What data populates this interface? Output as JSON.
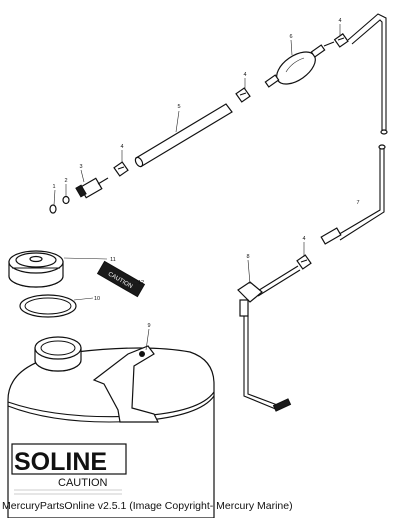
{
  "callouts": [
    {
      "id": "c1",
      "text": "1"
    },
    {
      "id": "c2",
      "text": "2"
    },
    {
      "id": "c3",
      "text": "3"
    },
    {
      "id": "c4a",
      "text": "4"
    },
    {
      "id": "c4b",
      "text": "4"
    },
    {
      "id": "c4c",
      "text": "4"
    },
    {
      "id": "c4d",
      "text": "4"
    },
    {
      "id": "c5",
      "text": "5"
    },
    {
      "id": "c6",
      "text": "6"
    },
    {
      "id": "c7",
      "text": "7"
    },
    {
      "id": "c8",
      "text": "8"
    },
    {
      "id": "c9",
      "text": "9"
    },
    {
      "id": "c10",
      "text": "10"
    },
    {
      "id": "c11",
      "text": "11"
    },
    {
      "id": "c12",
      "text": "12"
    }
  ],
  "tank_lettering": {
    "line1": "SOLINE",
    "line2": "CAUTION"
  },
  "label_decal": "CAUTION",
  "footer": "MercuryPartsOnline v2.5.1 (Image Copyright- Mercury Marine)"
}
